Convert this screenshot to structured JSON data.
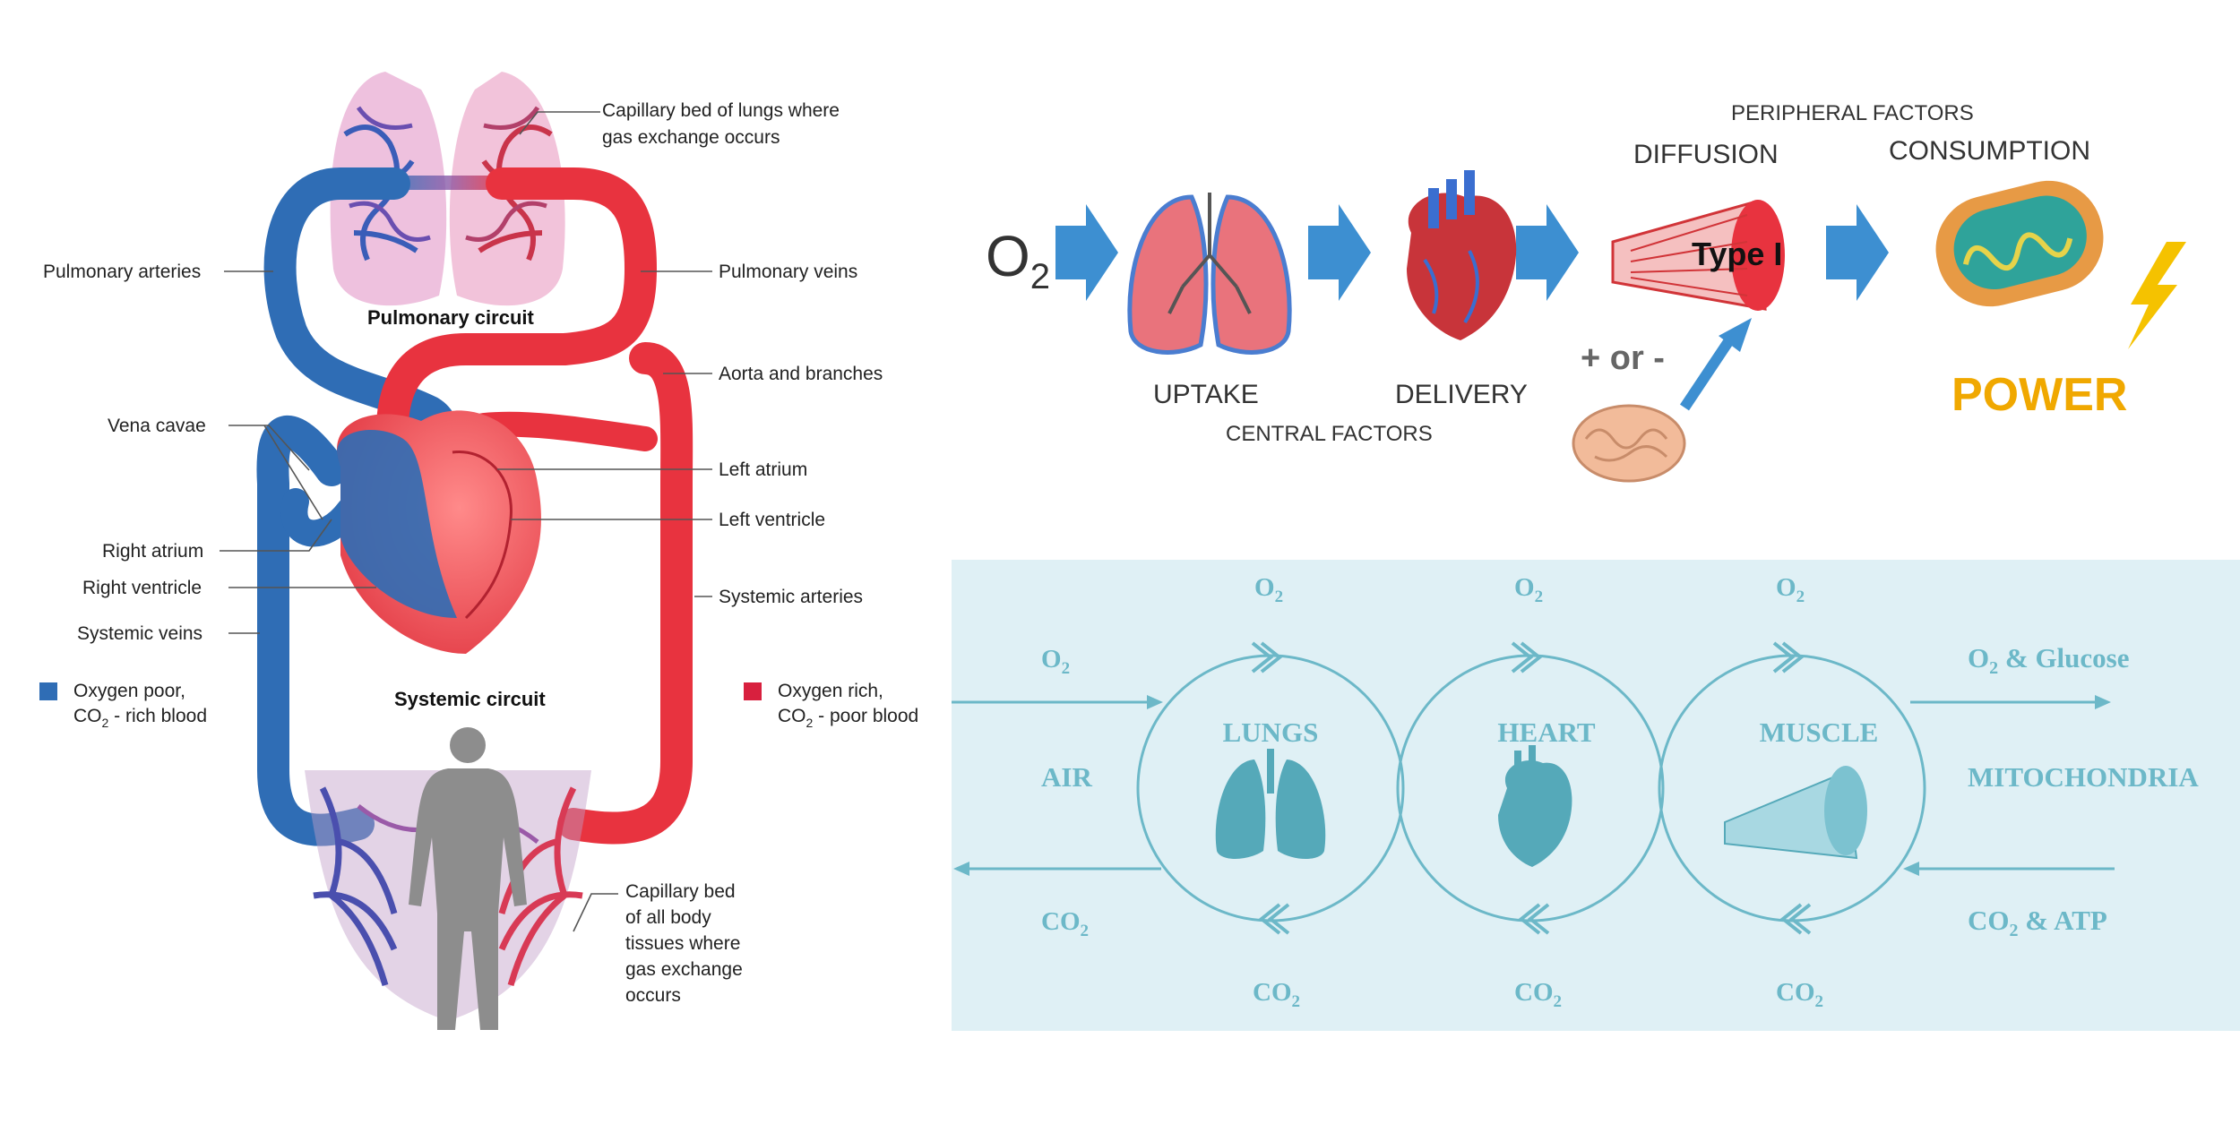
{
  "circulation": {
    "labels": {
      "capillary_lungs_1": "Capillary bed of lungs where",
      "capillary_lungs_2": "gas exchange occurs",
      "pulmonary_arteries": "Pulmonary arteries",
      "pulmonary_veins": "Pulmonary veins",
      "pulmonary_circuit": "Pulmonary circuit",
      "aorta": "Aorta and branches",
      "vena_cavae": "Vena cavae",
      "left_atrium": "Left atrium",
      "left_ventricle": "Left ventricle",
      "right_atrium": "Right atrium",
      "right_ventricle": "Right ventricle",
      "systemic_arteries": "Systemic arteries",
      "systemic_veins": "Systemic veins",
      "systemic_circuit": "Systemic circuit",
      "capillary_body_1": "Capillary bed",
      "capillary_body_2": "of all body",
      "capillary_body_3": "tissues where",
      "capillary_body_4": "gas exchange",
      "capillary_body_5": "occurs"
    },
    "legend": {
      "poor_1": "Oxygen poor,",
      "poor_2a": "CO",
      "poor_2sub": "2",
      "poor_2b": " - rich blood",
      "rich_1": "Oxygen rich,",
      "rich_2a": "CO",
      "rich_2sub": "2",
      "rich_2b": " - poor blood"
    },
    "colors": {
      "oxygen_poor": "#2f6db5",
      "oxygen_rich": "#e8333f",
      "capillary": "#c09ec8"
    }
  },
  "pathway": {
    "o2": "O",
    "o2_sub": "2",
    "peripheral": "PERIPHERAL FACTORS",
    "central": "CENTRAL FACTORS",
    "diffusion": "DIFFUSION",
    "consumption": "CONSUMPTION",
    "uptake": "UPTAKE",
    "delivery": "DELIVERY",
    "type": "Type I",
    "plus_minus": "+ or -",
    "power": "POWER",
    "colors": {
      "arrow": "#3d8fd1",
      "power": "#f0a800"
    }
  },
  "cycle": {
    "o2": "O",
    "co2": "CO",
    "sub2": "2",
    "lungs": "LUNGS",
    "heart": "HEART",
    "muscle": "MUSCLE",
    "air": "AIR",
    "mitochondria": "MITOCHONDRIA",
    "o2_glucose_tail": " & Glucose",
    "co2_atp_tail": " & ATP",
    "colors": {
      "panel": "#dff0f5",
      "line": "#6cb8c8"
    }
  }
}
